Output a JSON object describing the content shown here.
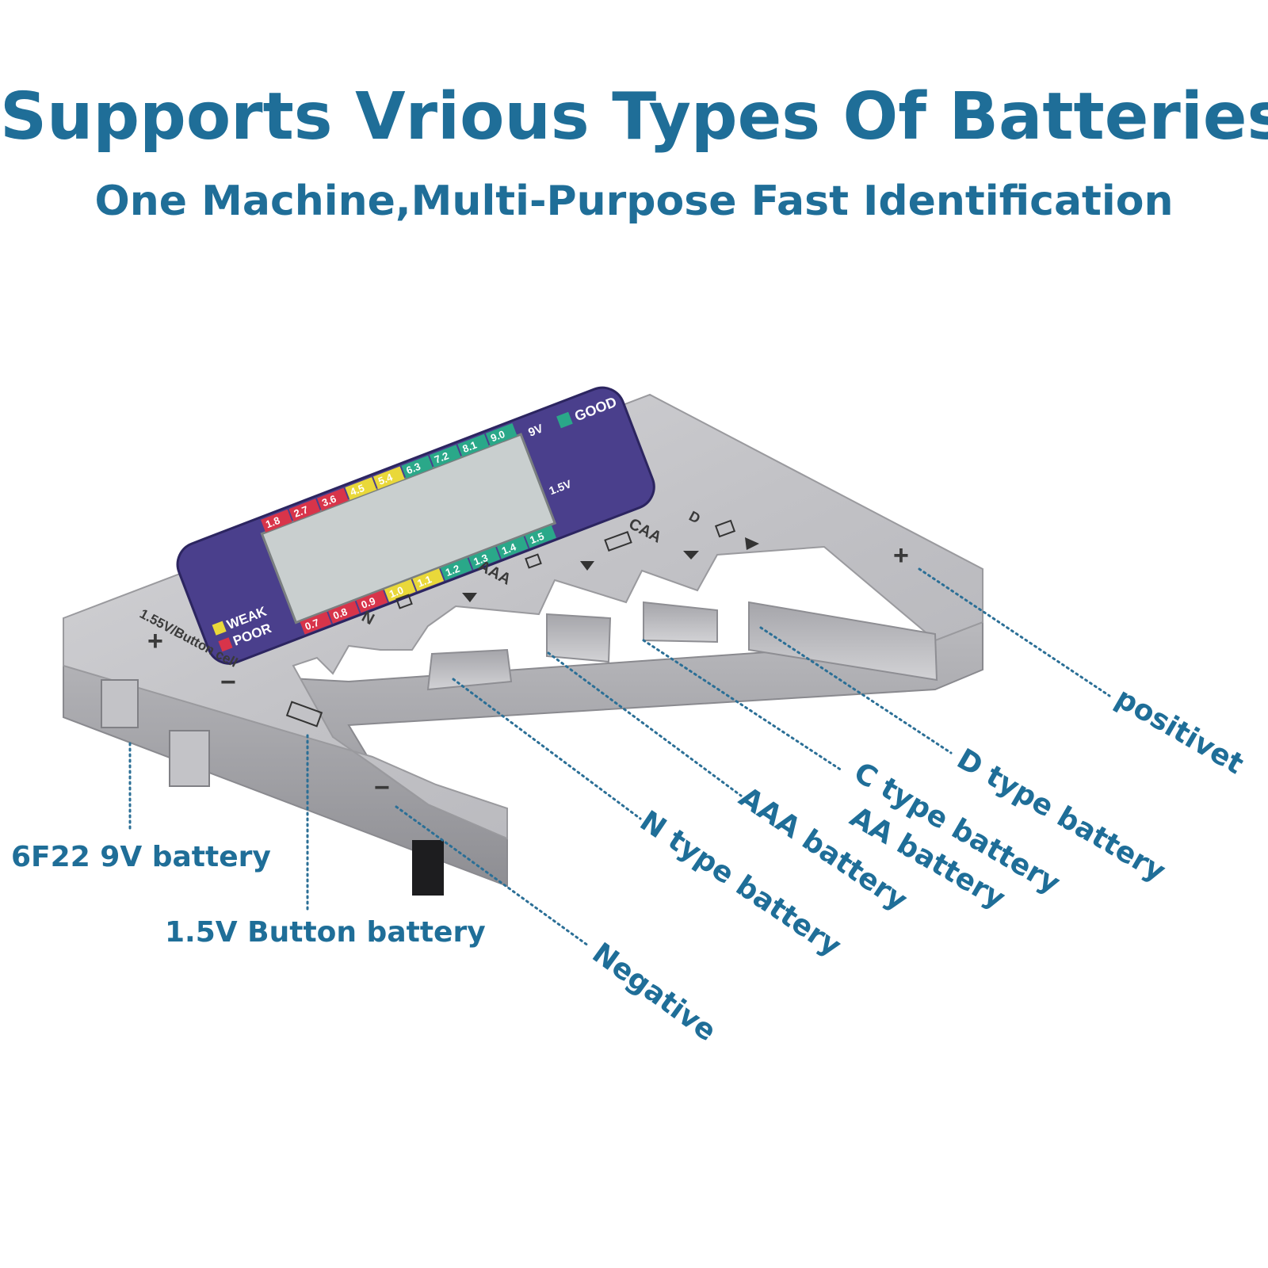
{
  "header": {
    "title": "Supports Vrious Types Of Batteries",
    "subtitle": "One Machine,Multi-Purpose Fast Identification"
  },
  "colors": {
    "heading": "#1f6e98",
    "leader_line": "#2b6f96",
    "body_silver": "#c9c9cc",
    "body_edge": "#9a9a9e",
    "panel_purple": "#4a3f8c",
    "screen": "#c9cfcf",
    "seg_red": "#d8344a",
    "seg_yellow": "#e9d83a",
    "seg_green": "#2aa889"
  },
  "device": {
    "good_label": "GOOD",
    "weak_label": "WEAK",
    "poor_label": "POOR",
    "volt_9v": "9V",
    "volt_15v": "1.5V",
    "top_scale": [
      "1.8",
      "2.7",
      "3.6",
      "4.5",
      "5.4",
      "6.3",
      "7.2",
      "8.1",
      "9.0"
    ],
    "bottom_scale": [
      "0.7",
      "0.8",
      "0.9",
      "1.0",
      "1.1",
      "1.2",
      "1.3",
      "1.4",
      "1.5"
    ],
    "slot_labels": {
      "d": "D",
      "caa": "CAA",
      "aaa": "AAA",
      "n": "N",
      "button": "1.55V/Button cell"
    },
    "plus_sign": "+",
    "minus_sign": "−"
  },
  "callouts": {
    "positive": "positivet",
    "d_type": "D type battery",
    "c_type": "C type battery",
    "aa": "AA battery",
    "aaa": "AAA battery",
    "n_type": "N type battery",
    "negative": "Negative",
    "nine_volt": "6F22 9V battery",
    "button": "1.5V Button battery"
  }
}
